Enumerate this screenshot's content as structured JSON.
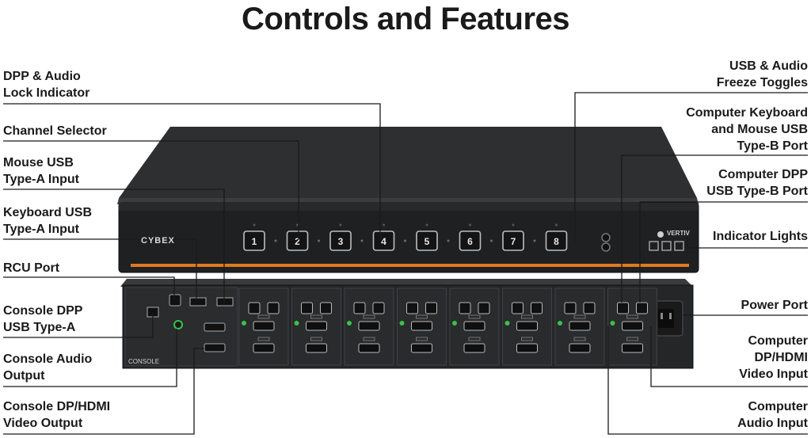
{
  "title": "Controls and Features",
  "labels_left": [
    {
      "id": "dpp-audio-lock-indicator",
      "lines": [
        "DPP & Audio",
        "Lock Indicator"
      ]
    },
    {
      "id": "channel-selector",
      "lines": [
        "Channel Selector"
      ]
    },
    {
      "id": "mouse-usb-input",
      "lines": [
        "Mouse USB",
        "Type-A Input"
      ]
    },
    {
      "id": "keyboard-usb-input",
      "lines": [
        "Keyboard USB",
        "Type-A Input"
      ]
    },
    {
      "id": "rcu-port",
      "lines": [
        "RCU Port"
      ]
    },
    {
      "id": "console-dpp-usb",
      "lines": [
        "Console DPP",
        "USB Type-A"
      ]
    },
    {
      "id": "console-audio-output",
      "lines": [
        "Console Audio",
        "Output"
      ]
    },
    {
      "id": "console-video-output",
      "lines": [
        "Console DP/HDMI",
        "Video Output"
      ]
    }
  ],
  "labels_right": [
    {
      "id": "usb-audio-freeze-toggles",
      "lines": [
        "USB & Audio",
        "Freeze Toggles"
      ]
    },
    {
      "id": "computer-kb-mouse-usb",
      "lines": [
        "Computer Keyboard",
        "and Mouse USB",
        "Type-B  Port"
      ]
    },
    {
      "id": "computer-dpp-usb",
      "lines": [
        "Computer DPP",
        "USB Type-B  Port"
      ]
    },
    {
      "id": "indicator-lights",
      "lines": [
        "Indicator Lights"
      ]
    },
    {
      "id": "power-port",
      "lines": [
        "Power Port"
      ]
    },
    {
      "id": "computer-video-input",
      "lines": [
        "Computer",
        "DP/HDMI",
        "Video Input"
      ]
    },
    {
      "id": "computer-audio-input",
      "lines": [
        "Computer",
        "Audio Input"
      ]
    }
  ],
  "device": {
    "brand": "CYBEX",
    "vendor": "VERTIV",
    "channels": [
      "1",
      "2",
      "3",
      "4",
      "5",
      "6",
      "7",
      "8"
    ],
    "console_tag": "CONSOLE"
  },
  "colors": {
    "accent": "#e07a1f",
    "led": "#39c24a",
    "body": "#2b2c2e",
    "panel": "#1d1e20"
  }
}
